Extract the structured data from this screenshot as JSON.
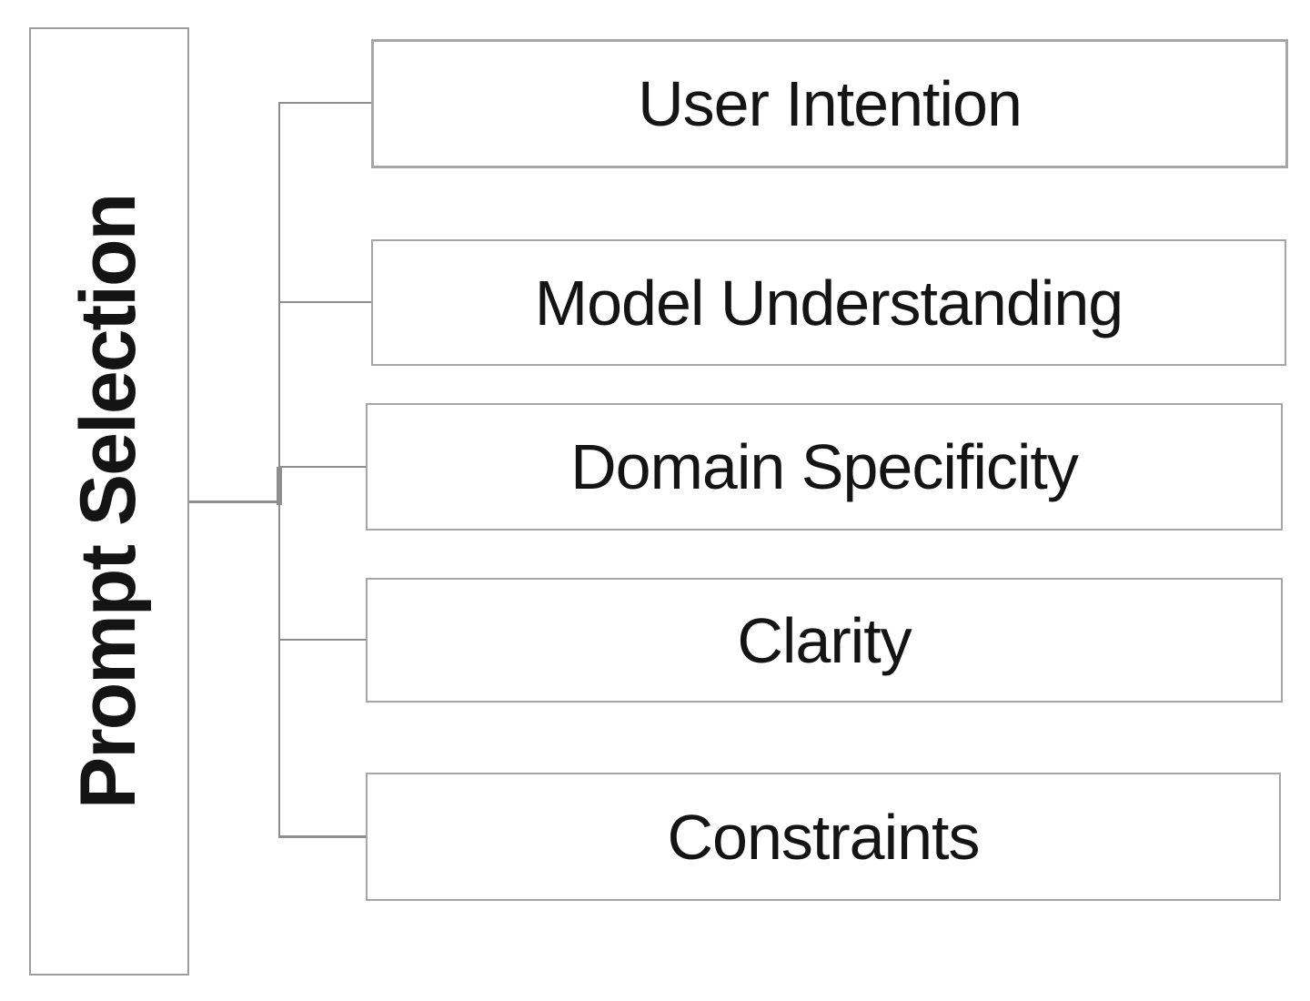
{
  "diagram": {
    "root": {
      "label": "Prompt Selection"
    },
    "nodes": [
      {
        "label": "User Intention"
      },
      {
        "label": "Model Understanding"
      },
      {
        "label": "Domain Specificity"
      },
      {
        "label": "Clarity"
      },
      {
        "label": "Constraints"
      }
    ],
    "colors": {
      "background": "#ffffff",
      "box_border": "#a6a6a6",
      "root_border": "#9d9d9d",
      "connector": "#8e8e8e",
      "text": "#141414"
    }
  }
}
